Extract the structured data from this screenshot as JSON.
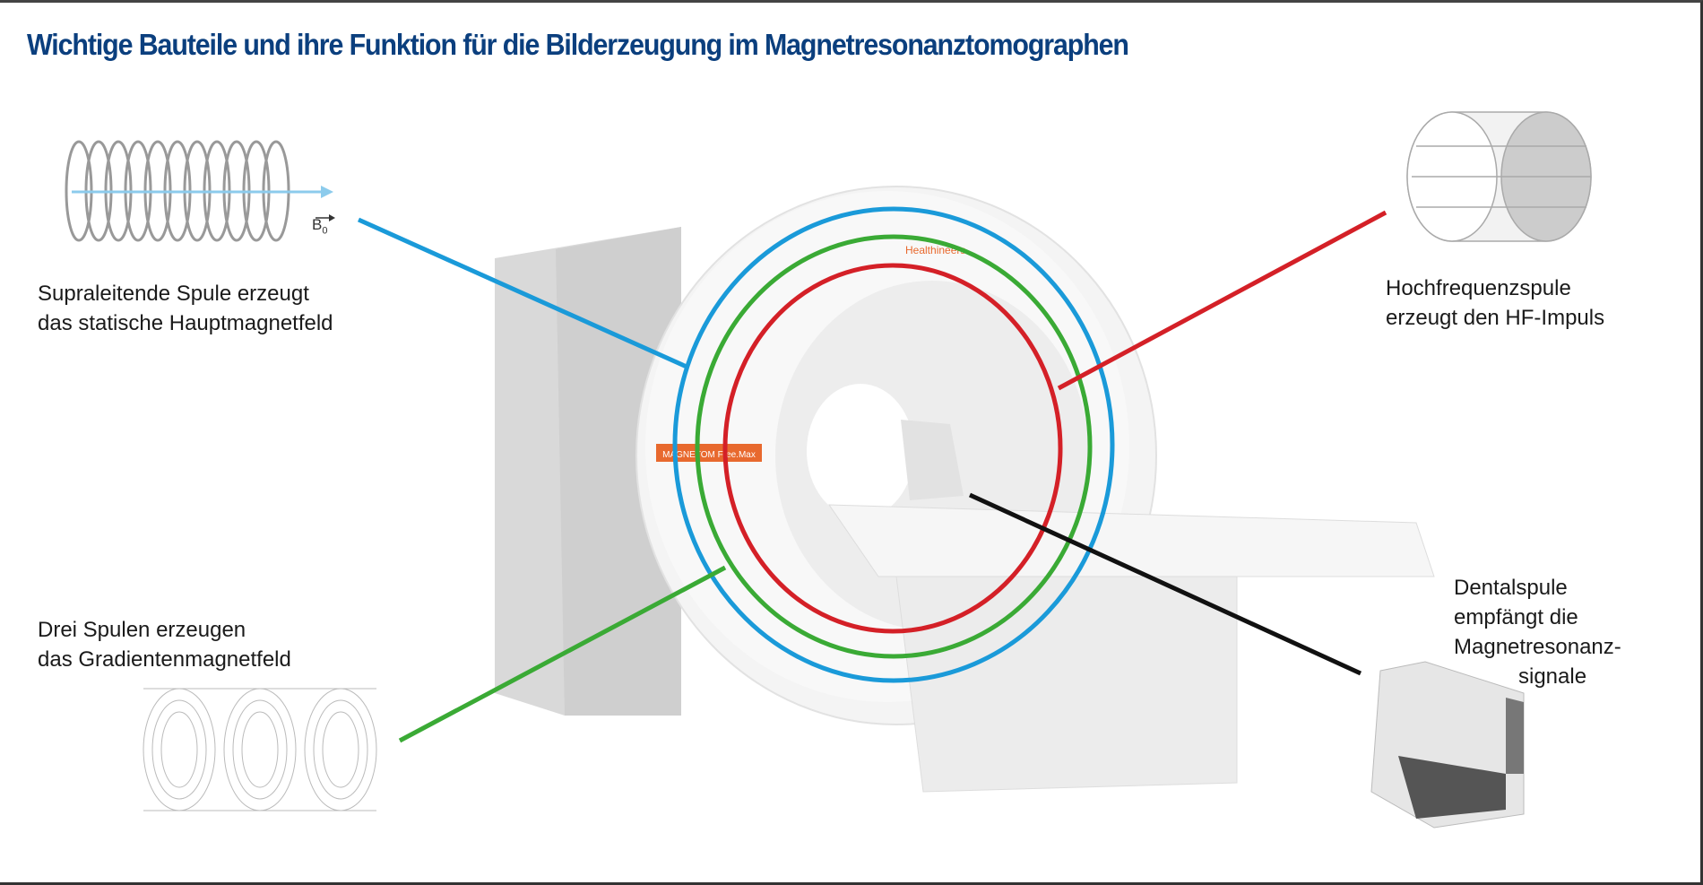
{
  "title": "Wichtige Bauteile und ihre Funktion für die Bilderzeugung im Magnetresonanztomographen",
  "components": {
    "superconducting_coil": {
      "line1": "Supraleitende Spule erzeugt",
      "line2": "das statische Hauptmagnetfeld",
      "symbol": "B",
      "symbol_sub": "0",
      "color": "#1a9ad9"
    },
    "gradient_coils": {
      "line1": "Drei Spulen erzeugen",
      "line2": "das Gradientenmagnetfeld",
      "color": "#3aaa35"
    },
    "rf_coil": {
      "line1": "Hochfrequenzspule",
      "line2": "erzeugt den HF-Impuls",
      "color": "#d42027"
    },
    "dental_coil": {
      "line1": "Dentalspule",
      "line2": "empfängt die",
      "line3": "Magnetresonanz-",
      "line4": "signale",
      "color": "#111111"
    }
  },
  "machine": {
    "brand": "Healthineers",
    "badge": "MAGNETOM Free.Max"
  }
}
